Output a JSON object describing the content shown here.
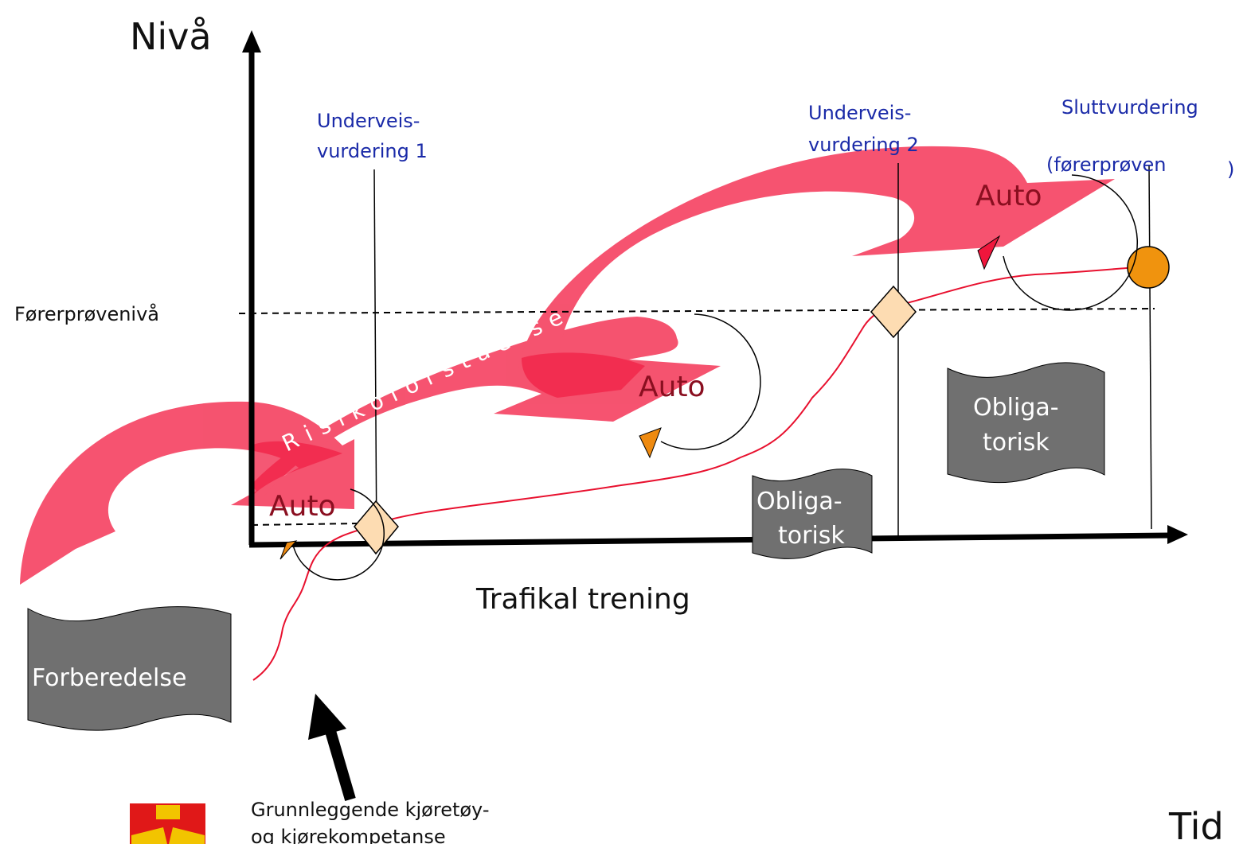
{
  "axes": {
    "y_label": "Nivå",
    "x_label": "Tid",
    "level_line_label": "Førerprøvenivå"
  },
  "milestones": [
    {
      "line1": "Underveis-",
      "line2": "vurdering 1"
    },
    {
      "line1": "Underveis-",
      "line2": "vurdering 2"
    },
    {
      "line1": "Sluttvurdering",
      "line2": "(førerprøven",
      "paren": ")"
    }
  ],
  "arrow_band_label": "Risikoforståelse",
  "auto_labels": [
    "Auto",
    "Auto",
    "Auto"
  ],
  "blocks": {
    "forberedelse": "Forberedelse",
    "obligatorisk_small": {
      "line1": "Obliga-",
      "line2": "torisk"
    },
    "obligatorisk_large": {
      "line1": "Obliga-",
      "line2": "torisk"
    }
  },
  "center_label": "Trafikal trening",
  "bottom_note": {
    "line1": "Grunnleggende kjøretøy-",
    "line2": "og kjørekompetanse"
  },
  "colors": {
    "arrow": "#f54a68",
    "arrow_overlap": "#f0163c",
    "curve": "#e8102e",
    "block": "#707070",
    "diamond": "#fddcb2",
    "circle": "#f0930e",
    "small_arrowhead": "#ee8a10",
    "text_blue": "#1a2aa8"
  }
}
